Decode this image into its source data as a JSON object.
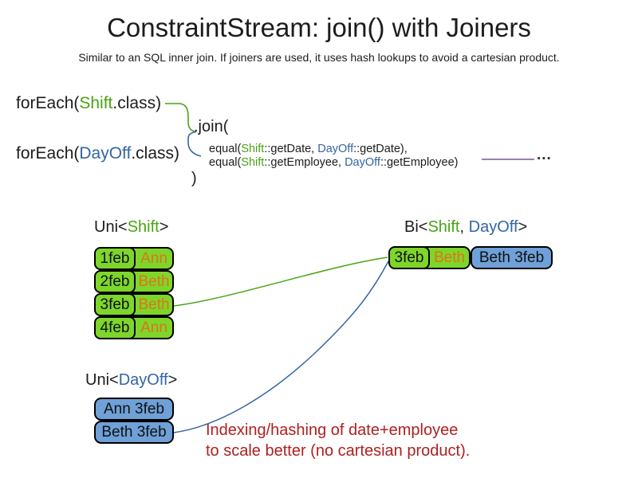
{
  "slide": {
    "title": "ConstraintStream: join() with Joiners",
    "subtitle": "Similar to an SQL inner join. If joiners are used, it uses hash lookups to avoid a cartesian product."
  },
  "code": {
    "foreach_shift": {
      "pre": "forEach(",
      "cls": "Shift",
      "post": ".class)"
    },
    "foreach_dayoff": {
      "pre": "forEach(",
      "cls": "DayOff",
      "post": ".class)"
    },
    "join_open": ".join(",
    "join_close": ")",
    "equal_date": {
      "pre": "equal(",
      "cls1": "Shift",
      "mid": "::getDate, ",
      "cls2": "DayOff",
      "post": "::getDate),"
    },
    "equal_employee": {
      "pre": "equal(",
      "cls1": "Shift",
      "mid": "::getEmployee, ",
      "cls2": "DayOff",
      "post": "::getEmployee)"
    },
    "ellipsis": "..."
  },
  "uni_shift": {
    "label": {
      "pre": "Uni<",
      "cls": "Shift",
      "post": ">"
    },
    "rows": [
      {
        "date": "1feb",
        "employee": "Ann"
      },
      {
        "date": "2feb",
        "employee": "Beth"
      },
      {
        "date": "3feb",
        "employee": "Beth"
      },
      {
        "date": "4feb",
        "employee": "Ann"
      }
    ]
  },
  "uni_dayoff": {
    "label": {
      "pre": "Uni<",
      "cls": "DayOff",
      "post": ">"
    },
    "rows": [
      {
        "text": "Ann 3feb"
      },
      {
        "text": "Beth 3feb"
      }
    ]
  },
  "bi": {
    "label": {
      "pre": "Bi<",
      "cls1": "Shift",
      "sep": ", ",
      "cls2": "DayOff",
      "post": ">"
    },
    "row": {
      "date": "3feb",
      "employee": "Beth",
      "dayoff": "Beth 3feb"
    }
  },
  "note": {
    "line1": "Indexing/hashing of date+employee",
    "line2": "to scale better (no cartesian product)."
  },
  "colors": {
    "shift_green_text": "#4aa314",
    "dayoff_blue_text": "#3465a4",
    "shift_green_fill": "#7ed62b",
    "dayoff_blue_fill": "#6fa0d7",
    "employee_orange": "#e0731a",
    "note_red": "#b01f1f",
    "joiner_purple_line": "#9b7daf"
  }
}
